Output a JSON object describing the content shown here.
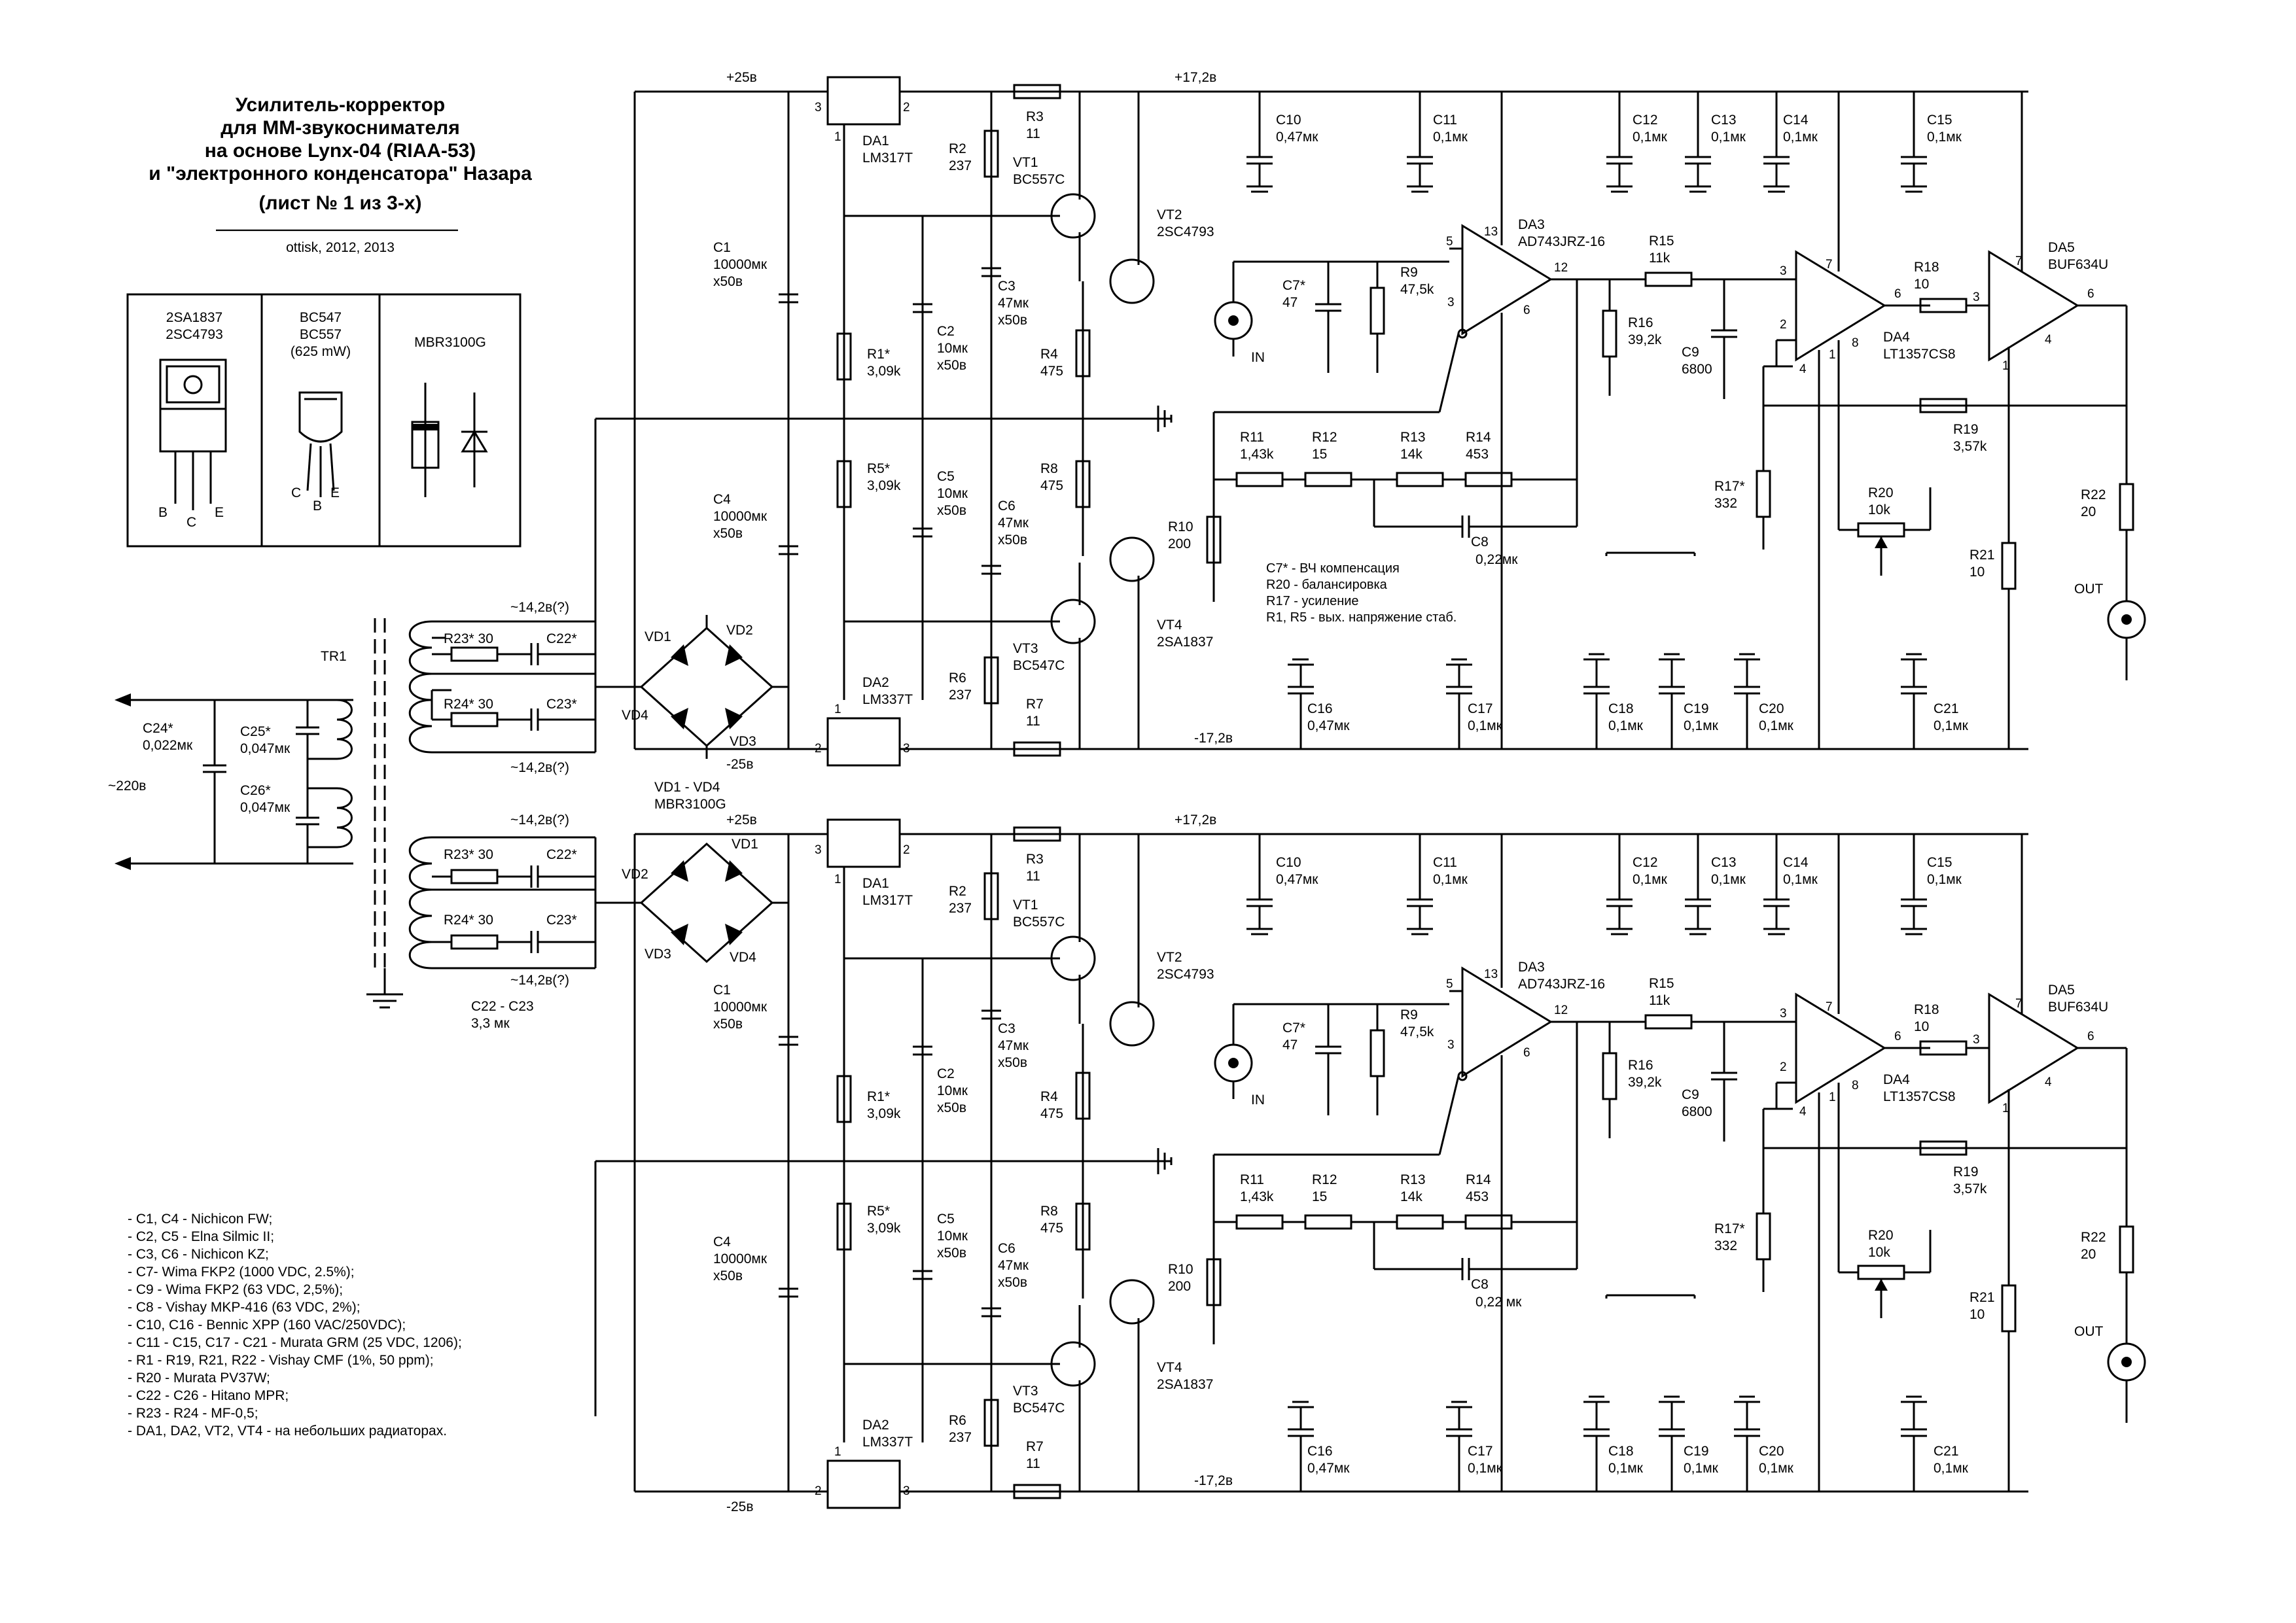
{
  "title": {
    "lines": [
      "Усилитель-корректор",
      "для ММ-звукоснимателя",
      "на основе Lynx-04 (RIAA-53)",
      "и \"электронного конденсатора\" Назара",
      "(лист № 1 из 3-х)"
    ],
    "author": "ottisk, 2012, 2013"
  },
  "pinout_table": {
    "col1": {
      "parts": [
        "2SA1837",
        "2SC4793"
      ],
      "pins": [
        "B",
        "C",
        "E"
      ]
    },
    "col2": {
      "parts": [
        "BC547",
        "BC557",
        "(625 mW)"
      ],
      "pins": [
        "C",
        "B",
        "E"
      ]
    },
    "col3": {
      "parts": [
        "MBR3100G"
      ]
    }
  },
  "psu": {
    "transformer": "TR1",
    "mains": "~220в",
    "c24": [
      "C24*",
      "0,022мк"
    ],
    "c25": [
      "C25*",
      "0,047мк"
    ],
    "c26": [
      "C26*",
      "0,047мк"
    ],
    "ac_label": "~14,2в(?)",
    "r23": "R23* 30",
    "r24": "R24* 30",
    "c22": "C22*",
    "c23": "C23*",
    "snubber_caps": [
      "C22 - C23",
      "3,3 мк"
    ],
    "diodes": [
      "VD1",
      "VD2",
      "VD3",
      "VD4"
    ],
    "diode_type": [
      "VD1 - VD4",
      "MBR3100G"
    ]
  },
  "amp": {
    "pos_rail": "+25в",
    "neg_rail": "-25в",
    "pos_reg": "+17,2в",
    "neg_reg": "-17,2в",
    "da1": [
      "DA1",
      "LM317T"
    ],
    "da2": [
      "DA2",
      "LM337T"
    ],
    "reg_pins": [
      "3",
      "2",
      "1"
    ],
    "c1": [
      "C1",
      "10000мк",
      "x50в"
    ],
    "c4": [
      "C4",
      "10000мк",
      "x50в"
    ],
    "r1": [
      "R1*",
      "3,09k"
    ],
    "r5": [
      "R5*",
      "3,09k"
    ],
    "c2": [
      "C2",
      "10мк",
      "x50в"
    ],
    "c5": [
      "C5",
      "10мк",
      "x50в"
    ],
    "r2": [
      "R2",
      "237"
    ],
    "r6": [
      "R6",
      "237"
    ],
    "r3": [
      "R3",
      "11"
    ],
    "r7": [
      "R7",
      "11"
    ],
    "vt1": [
      "VT1",
      "BC557C"
    ],
    "vt3": [
      "VT3",
      "BC547C"
    ],
    "c3": [
      "C3",
      "47мк",
      "x50в"
    ],
    "c6": [
      "C6",
      "47мк",
      "x50в"
    ],
    "vt2": [
      "VT2",
      "2SC4793"
    ],
    "vt4": [
      "VT4",
      "2SA1837"
    ],
    "r4": [
      "R4",
      "475"
    ],
    "r8": [
      "R8",
      "475"
    ],
    "c10": [
      "C10",
      "0,47мк"
    ],
    "c11": [
      "C11",
      "0,1мк"
    ],
    "c12": [
      "C12",
      "0,1мк"
    ],
    "c13": [
      "C13",
      "0,1мк"
    ],
    "c14": [
      "C14",
      "0,1мк"
    ],
    "c15": [
      "C15",
      "0,1мк"
    ],
    "c16": [
      "C16",
      "0,47мк"
    ],
    "c17": [
      "C17",
      "0,1мк"
    ],
    "c18": [
      "C18",
      "0,1мк"
    ],
    "c19": [
      "C19",
      "0,1мк"
    ],
    "c20": [
      "C20",
      "0,1мк"
    ],
    "c21": [
      "C21",
      "0,1мк"
    ],
    "da3": [
      "DA3",
      "AD743JRZ-16"
    ],
    "da4": [
      "DA4",
      "LT1357CS8"
    ],
    "da5": [
      "DA5",
      "BUF634U"
    ],
    "c7": [
      "C7*",
      "47"
    ],
    "r9": [
      "R9",
      "47,5k"
    ],
    "in": "IN",
    "out": "OUT",
    "r15": [
      "R15",
      "11k"
    ],
    "r16": [
      "R16",
      "39,2k"
    ],
    "c9": [
      "C9",
      "6800"
    ],
    "r18": [
      "R18",
      "10"
    ],
    "r19": [
      "R19",
      "3,57k"
    ],
    "r17": [
      "R17*",
      "332"
    ],
    "r20": [
      "R20",
      "10k"
    ],
    "r21": [
      "R21",
      "10"
    ],
    "r22": [
      "R22",
      "20"
    ],
    "r10": [
      "R10",
      "200"
    ],
    "r11": [
      "R11",
      "1,43k"
    ],
    "r12": [
      "R12",
      "15"
    ],
    "r13": [
      "R13",
      "14k"
    ],
    "r14": [
      "R14",
      "453"
    ],
    "c8_top": [
      "C8",
      "0,22мк"
    ],
    "c8_bot": [
      "C8",
      "0,22 мк"
    ],
    "da3_pins": [
      "5",
      "13",
      "12",
      "3",
      "6"
    ],
    "da4_pins": [
      "3",
      "7",
      "6",
      "2",
      "4",
      "1",
      "8"
    ],
    "da5_pins": [
      "7",
      "3",
      "6",
      "4",
      "1"
    ]
  },
  "notes": [
    "C7* - ВЧ компенсация",
    "R20 - балансировка",
    "R17 - усиление",
    "R1, R5 - вых. напряжение стаб."
  ],
  "parts_list": [
    "- C1, C4 - Nichicon FW;",
    "- C2, C5 - Elna Silmic II;",
    "- C3, C6 - Nichicon KZ;",
    "- C7- Wima FKP2 (1000 VDC, 2.5%);",
    "- C9 - Wima FKP2 (63 VDC, 2,5%);",
    "- C8 - Vishay MKP-416 (63 VDC, 2%);",
    "- C10, C16 - Bennic XPP (160 VAC/250VDC);",
    "- C11 - C15, C17 - C21 - Murata GRM (25 VDC, 1206);",
    "- R1 - R19, R21, R22 - Vishay CMF (1%, 50 ppm);",
    "- R20 - Murata PV37W;",
    "- C22 - C26 - Hitano MPR;",
    "- R23 - R24 - MF-0,5;",
    "- DA1, DA2, VT2, VT4 - на небольших радиаторах."
  ],
  "colors": {
    "ink": "#000000",
    "paper": "#ffffff"
  }
}
